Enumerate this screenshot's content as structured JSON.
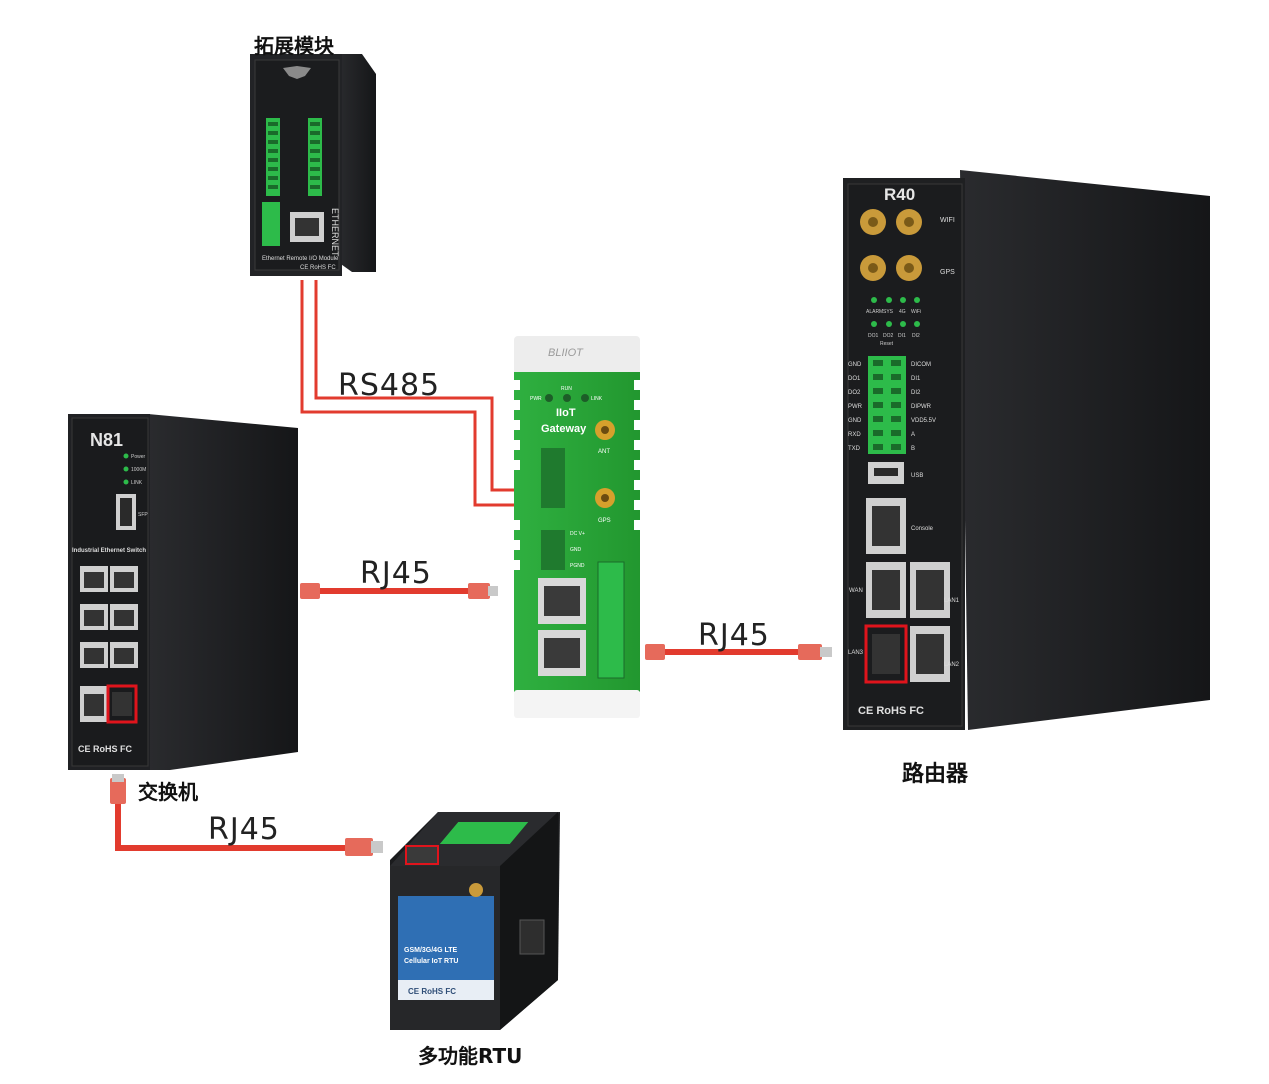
{
  "labels": {
    "expansion_module": "拓展模块",
    "switch": "交换机",
    "router": "路由器",
    "rtu": "多功能RTU"
  },
  "connections": {
    "rs485": "RS485",
    "rj45_switch_gateway": "RJ45",
    "rj45_gateway_router": "RJ45",
    "rj45_switch_rtu": "RJ45"
  },
  "devices": {
    "io_module": {
      "ethernet": "ETHERNET",
      "caption": "Ethernet Remote I/O Module",
      "certs": "CE RoHS FC"
    },
    "gateway": {
      "brand": "BLIIOT",
      "title_line1": "IIoT",
      "title_line2": "Gateway",
      "led_pwr": "PWR",
      "led_run": "RUN",
      "led_link": "LINK",
      "ant1": "ANT",
      "ant2": "GPS",
      "dcv": "DC V+",
      "gnd": "GND",
      "pgnd": "PGND"
    },
    "switch": {
      "model": "N81",
      "led_power": "Power",
      "led_1000m": "1000M",
      "led_link": "LINK",
      "sfp": "SFP",
      "caption": "Industrial Ethernet Switch",
      "certs": "CE RoHS FC"
    },
    "router": {
      "model": "R40",
      "wifi": "WIFI",
      "gps": "GPS",
      "led_labels": [
        "ALARM",
        "SYS",
        "4G",
        "WiFi",
        "DO1",
        "DO2",
        "DI1",
        "DI2"
      ],
      "reset": "Reset",
      "left_pins": [
        "GND",
        "DO1",
        "DO2",
        "PWR",
        "GND",
        "RXD",
        "TXD"
      ],
      "right_pins": [
        "DICOM",
        "DI1",
        "DI2",
        "DIPWR",
        "VDD5.5V",
        "A",
        "B"
      ],
      "usb": "USB",
      "console": "Console",
      "wan": "WAN",
      "lan1": "LAN1",
      "lan2": "LAN2",
      "lan3": "LAN3",
      "certs": "CE RoHS FC"
    },
    "rtu": {
      "line1": "GSM/3G/4G LTE",
      "line2": "Cellular IoT RTU",
      "certs": "CE RoHS FC"
    }
  },
  "colors": {
    "cable": "#e23b2e",
    "gateway_green": "#29a83a",
    "device_black": "#1d1e20",
    "router_port_highlight": "#e0141c",
    "rtu_blue": "#2f6fb4"
  }
}
